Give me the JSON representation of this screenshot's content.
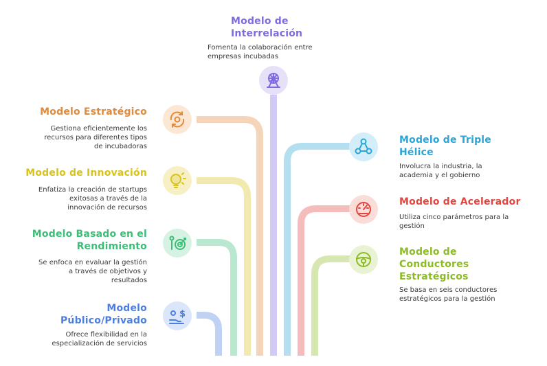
{
  "colors": {
    "interrelacion": "#7f6ae0",
    "estrategico": "#e08a3c",
    "innovacion": "#d9c21a",
    "rendimiento": "#3dbd77",
    "publico": "#4d7fe0",
    "triple": "#2aa5d8",
    "acelerador": "#e0453e",
    "conductores": "#8cbb26"
  },
  "items": {
    "interrelacion": {
      "title": "Modelo de Interrelación",
      "title_l1": "Modelo de",
      "title_l2": "Interrelación",
      "desc_l1": "Fomenta la colaboración entre",
      "desc_l2": "empresas incubadas",
      "icon": "ferris-wheel-icon"
    },
    "estrategico": {
      "title": "Modelo Estratégico",
      "desc_l1": "Gestiona eficientemente los",
      "desc_l2": "recursos para diferentes tipos",
      "desc_l3": "de incubadoras",
      "icon": "gear-cycle-icon"
    },
    "innovacion": {
      "title": "Modelo de Innovación",
      "desc_l1": "Enfatiza la creación de startups",
      "desc_l2": "exitosas a través de la",
      "desc_l3": "innovación de recursos",
      "icon": "lightbulb-icon"
    },
    "rendimiento": {
      "title_l1": "Modelo Basado en el",
      "title_l2": "Rendimiento",
      "desc_l1": "Se enfoca en evaluar la gestión",
      "desc_l2": "a través de objetivos y",
      "desc_l3": "resultados",
      "icon": "target-person-icon"
    },
    "publico": {
      "title_l1": "Modelo",
      "title_l2": "Público/Privado",
      "desc_l1": "Ofrece flexibilidad en la",
      "desc_l2": "especialización de servicios",
      "icon": "money-hand-icon"
    },
    "triple": {
      "title_l1": "Modelo de Triple",
      "title_l2": "Hélice",
      "desc_l1": "Involucra la industria, la",
      "desc_l2": "academia y el gobierno",
      "icon": "network-icon"
    },
    "acelerador": {
      "title": "Modelo de Acelerador",
      "desc_l1": "Utiliza cinco parámetros para la",
      "desc_l2": "gestión",
      "icon": "speedometer-icon"
    },
    "conductores": {
      "title_l1": "Modelo de",
      "title_l2": "Conductores",
      "title_l3": "Estratégicos",
      "desc_l1": "Se basa en seis conductores",
      "desc_l2": "estratégicos para la gestión",
      "icon": "steering-wheel-icon"
    }
  }
}
